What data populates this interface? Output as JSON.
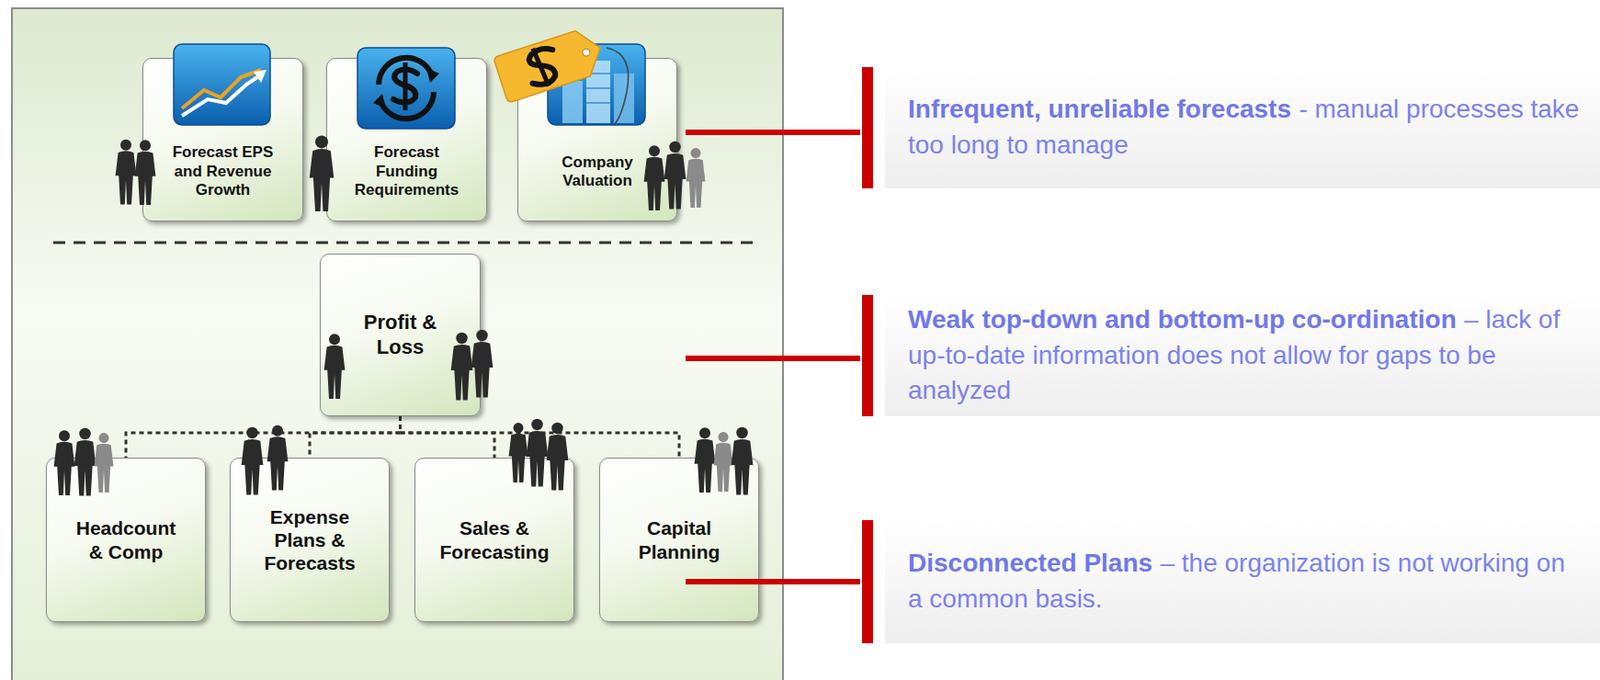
{
  "diagram": {
    "nodes": [
      {
        "text": [
          "Forecast EPS and Revenue Growth"
        ]
      },
      {
        "text": [
          "Forecast Funding Requirements"
        ]
      },
      {
        "text": [
          "Company Valuation"
        ]
      },
      {
        "text": [
          "Profit & Loss"
        ]
      },
      {
        "text": [
          "Headcount & Comp"
        ]
      },
      {
        "text": [
          "Expense Plans & Forecasts"
        ]
      },
      {
        "text": [
          "Sales & Forecasting"
        ]
      },
      {
        "text": [
          "Capital Planning"
        ]
      }
    ],
    "edges": [
      {
        "from": 3,
        "to": 4,
        "arrow": "none"
      },
      {
        "from": 3,
        "to": 5,
        "arrow": "none"
      },
      {
        "from": 3,
        "to": 6,
        "arrow": "none"
      },
      {
        "from": 3,
        "to": 7,
        "arrow": "none"
      }
    ],
    "labels": [
      "Infrequent, unreliable forecasts",
      "- manual processes take too long to manage",
      "Weak top-down and bottom-up co-ordination",
      "– lack of up-to-date information does not allow for gaps to be analyzed",
      "Disconnected Plans",
      "– the organization is not working on a common basis."
    ]
  }
}
